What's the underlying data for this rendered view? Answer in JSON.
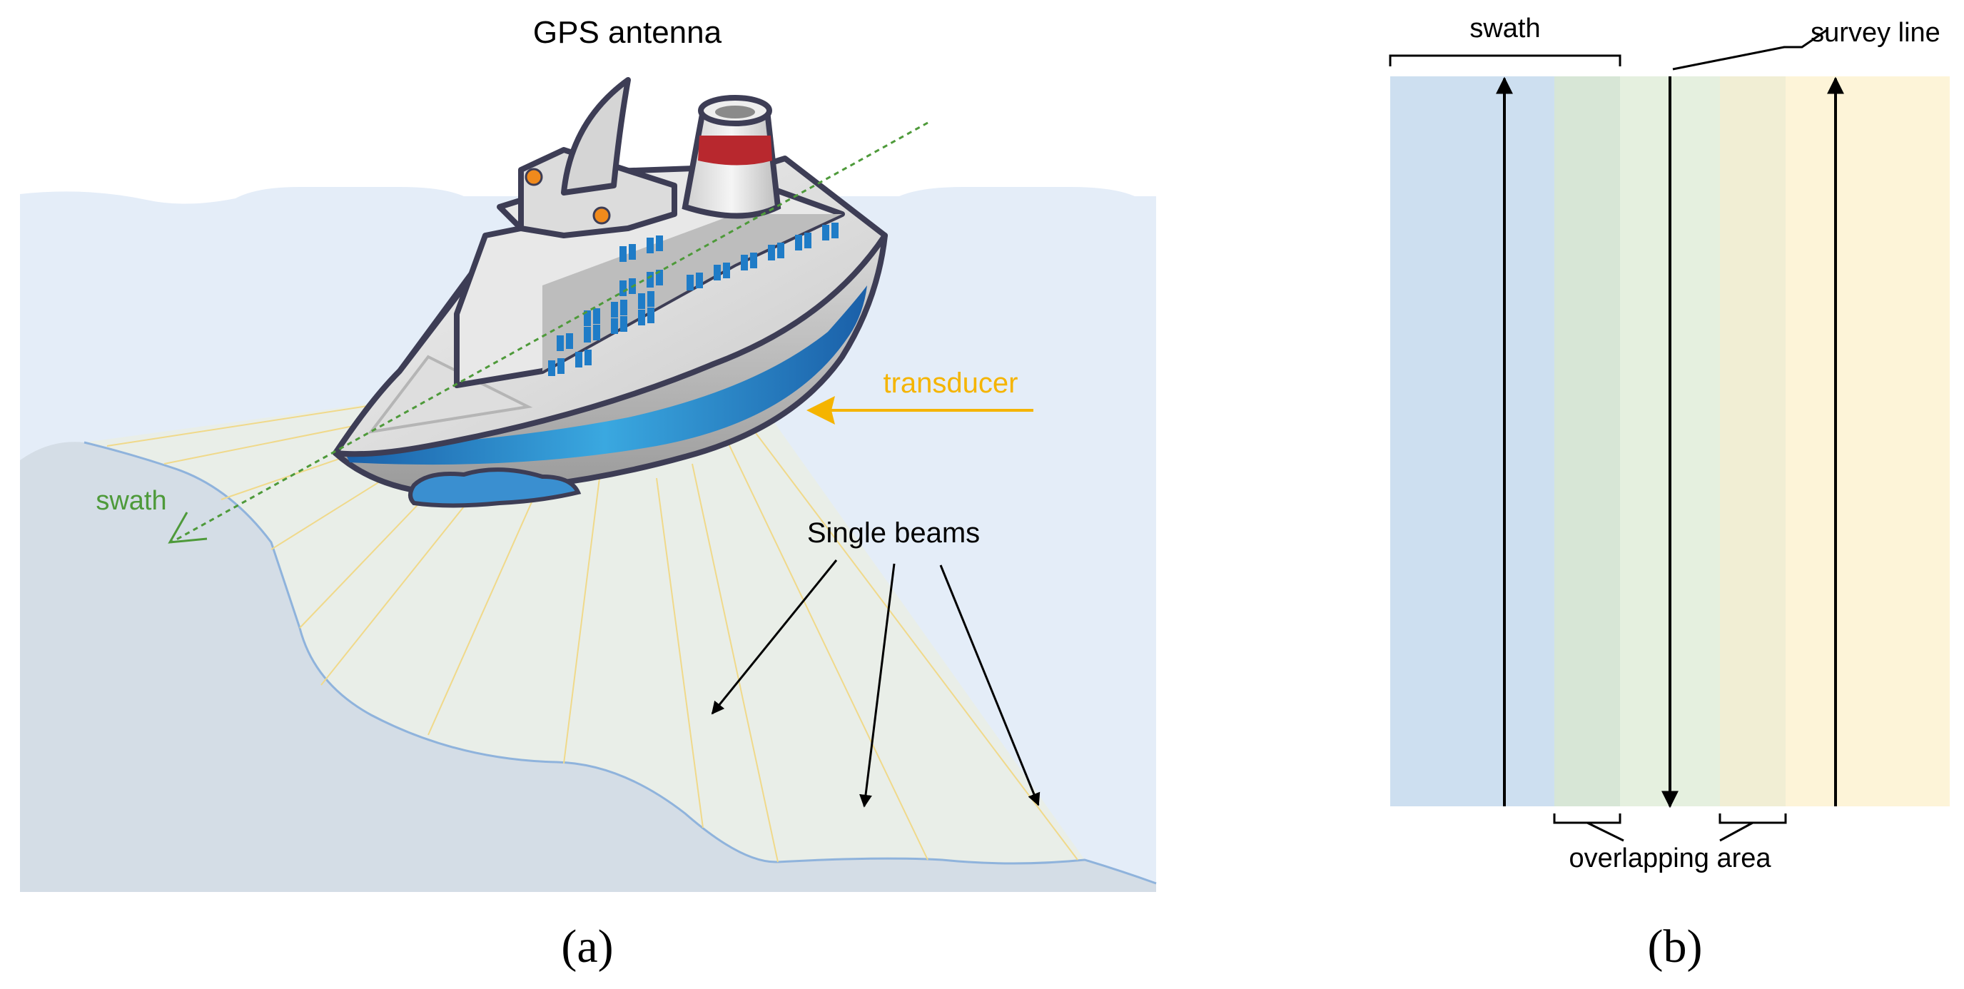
{
  "panel_a": {
    "gps_label": "GPS antenna",
    "transducer_label": "transducer",
    "swath_label": "swath",
    "single_beams_label": "Single beams",
    "caption": "(a)"
  },
  "panel_b": {
    "swath_label": "swath",
    "survey_line_label": "survey line",
    "overlapping_label": "overlapping area",
    "caption": "(b)"
  },
  "colors": {
    "sea": "#e4edf8",
    "seabed": "#d4dde6",
    "beam_footprint": "#e9eee8",
    "beam_line": "#f0d98a",
    "transducer": "#f5b400",
    "swath_green": "#4e9a3a",
    "strip_blue": "#cddff0",
    "overlap_blue_green": "#d7e6d6",
    "strip_green": "#e5f0df",
    "overlap_green_yellow": "#f1eed4",
    "strip_yellow": "#fdf4d8",
    "hull_blue": "#1f7cc7",
    "funnel_red": "#b8282e"
  }
}
